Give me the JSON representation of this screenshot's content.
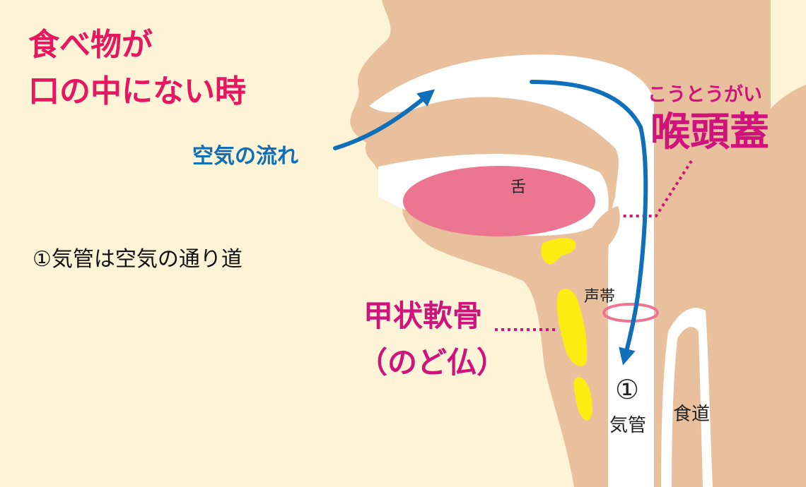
{
  "title": {
    "line1": "食べ物が",
    "line2": "口の中にない時"
  },
  "labels": {
    "airflow": "空気の流れ",
    "note": "①気管は空気の通り道",
    "epiglottis_reading": "こうとうがい",
    "epiglottis": "喉頭蓋",
    "tongue": "舌",
    "vocal_cords": "声帯",
    "thyroid_line1": "甲状軟骨",
    "thyroid_line2": "（のど仏）",
    "trachea_number": "①",
    "trachea": "気管",
    "esophagus": "食道"
  },
  "colors": {
    "background": "#fdf3d6",
    "skin": "#e9c09d",
    "tongue": "#ec7691",
    "cartilage": "#fbed11",
    "airway": "#ffffff",
    "arrow": "#0f6fb8",
    "title": "#e6175f",
    "callout": "#d0137c"
  }
}
